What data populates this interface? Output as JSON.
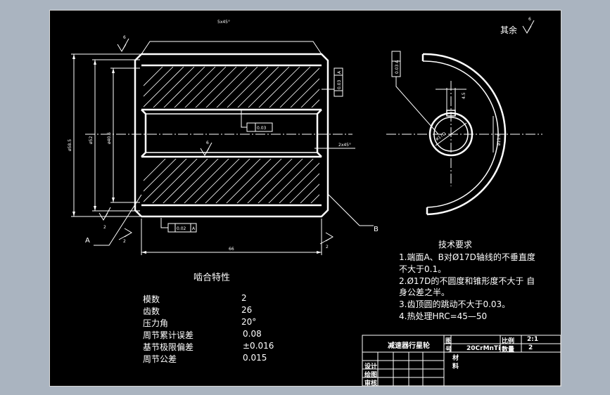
{
  "drawing": {
    "top_dim": "5x45°",
    "dim_total_length": "66",
    "dim_outer_dia": "ø58.5",
    "dim_root_dia": "ø52",
    "dim_bore_dia": "ø40.5",
    "chamfer": "2x45°",
    "label_A": "A",
    "label_B": "B",
    "fcf_runout": "0.03",
    "fcf_runout_datum": "A",
    "fcf_perp": "0.02",
    "fcf_perp_datum": "A",
    "fcf_cyl": "0.03",
    "rough_top": "6",
    "rough_mid": "6",
    "rough_left": "2",
    "rough_right": "2",
    "rough_bottom": "2",
    "side_view_dim": "ø17D",
    "side_dim_a": "4.5",
    "side_dim_b": "ø11.6",
    "side_fcf": "0.03 A"
  },
  "other_roughness": {
    "label": "其余",
    "value": "6"
  },
  "mesh_properties": {
    "title": "啮合特性",
    "rows": [
      {
        "name": "模数",
        "value": "2"
      },
      {
        "name": "齿数",
        "value": "26"
      },
      {
        "name": "压力角",
        "value": "20°"
      },
      {
        "name": "周节累计误差",
        "value": "0.08"
      },
      {
        "name": "基节极限偏差",
        "value": "±0.016"
      },
      {
        "name": "周节公差",
        "value": "0.015"
      }
    ]
  },
  "requirements": {
    "title": "技术要求",
    "lines": [
      "1.端面A、B对Ø17D轴线的不垂直度",
      "不大于0.1。",
      "2.Ø17D的不圆度和锥形度不大于 自",
      "身公差之半。",
      "3.齿顶圆的跳动不大于0.03。",
      "4.热处理HRC=45—50"
    ]
  },
  "title_block": {
    "part_name": "减速器行星轮",
    "c_tu": "图",
    "c_hao": "号",
    "c_cai": "材",
    "c_liao": "料",
    "material": "20CrMnTi",
    "scale_label": "比例",
    "scale_value": "2:1",
    "qty_label": "数量",
    "qty_value": "2",
    "design": "设计",
    "draw": "绘图",
    "check": "审核"
  },
  "colors": {
    "background": "#000000",
    "lines": "#ffffff",
    "frame": "#aab4c0"
  }
}
